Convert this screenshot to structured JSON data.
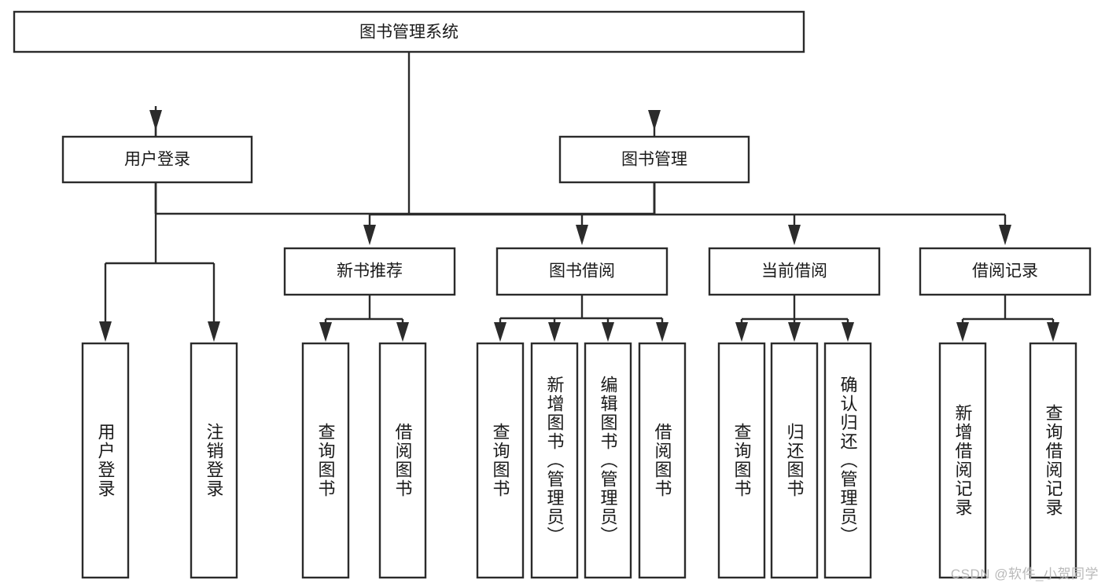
{
  "diagram": {
    "type": "tree-hierarchy-chart",
    "title": "图书管理系统",
    "background_color": "#ffffff",
    "line_color": "#2b2b2b",
    "text_color": "#1a1a1a",
    "root": {
      "label": "图书管理系统",
      "orientation": "horizontal"
    },
    "level2": [
      {
        "label": "用户登录",
        "orientation": "horizontal"
      },
      {
        "label": "图书管理",
        "orientation": "horizontal"
      }
    ],
    "level3": [
      {
        "label": "新书推荐",
        "orientation": "horizontal"
      },
      {
        "label": "图书借阅",
        "orientation": "horizontal"
      },
      {
        "label": "当前借阅",
        "orientation": "horizontal"
      },
      {
        "label": "借阅记录",
        "orientation": "horizontal"
      }
    ],
    "leaves": {
      "user_login": [
        {
          "label": "用户登录",
          "orientation": "vertical"
        },
        {
          "label": "注销登录",
          "orientation": "vertical"
        }
      ],
      "new_book_recommend": [
        {
          "label": "查询图书",
          "orientation": "vertical"
        },
        {
          "label": "借阅图书",
          "orientation": "vertical"
        }
      ],
      "book_borrow": [
        {
          "label": "查询图书",
          "orientation": "vertical"
        },
        {
          "label": "新增图书（管理员）",
          "orientation": "vertical"
        },
        {
          "label": "编辑图书（管理员）",
          "orientation": "vertical"
        },
        {
          "label": "借阅图书",
          "orientation": "vertical"
        }
      ],
      "current_borrow": [
        {
          "label": "查询图书",
          "orientation": "vertical"
        },
        {
          "label": "归还图书",
          "orientation": "vertical"
        },
        {
          "label": "确认归还（管理员）",
          "orientation": "vertical"
        }
      ],
      "borrow_records": [
        {
          "label": "新增借阅记录",
          "orientation": "vertical"
        },
        {
          "label": "查询借阅记录",
          "orientation": "vertical"
        }
      ]
    }
  },
  "watermark": {
    "text": "CSDN @软件_小贺同学",
    "color": "#b9b9b9"
  }
}
